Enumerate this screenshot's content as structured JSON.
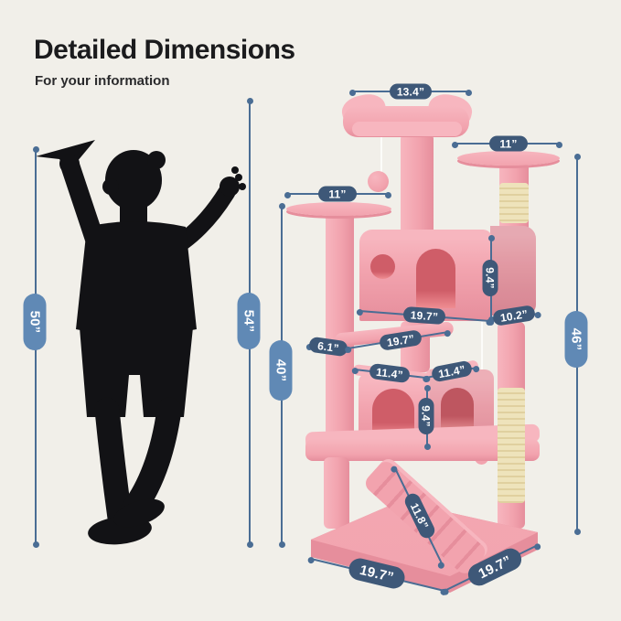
{
  "header": {
    "title": "Detailed Dimensions",
    "subtitle": "For your information"
  },
  "figure": {
    "person": "boy-throwing-paper-airplane-silhouette",
    "product": "pink-cat-tree-tower"
  },
  "colors": {
    "background": "#f1efe9",
    "dimension_line": "#4a6d94",
    "label_pill_dark": "#3e5878",
    "label_pill_light": "#6089b5",
    "tree_pink": "#f2a3ae",
    "sisal": "#eee3bb",
    "silhouette": "#121215"
  },
  "dims": [
    {
      "id": "person-height",
      "label": "50”"
    },
    {
      "id": "total-height",
      "label": "54”"
    },
    {
      "id": "left-platform-height",
      "label": "40”"
    },
    {
      "id": "right-column-height",
      "label": "46”"
    },
    {
      "id": "top-perch-width",
      "label": "13.4”"
    },
    {
      "id": "right-platform-width",
      "label": "11”"
    },
    {
      "id": "left-platform-width",
      "label": "11”"
    },
    {
      "id": "upper-condo-height",
      "label": "9.4”"
    },
    {
      "id": "upper-condo-depth",
      "label": "10.2”"
    },
    {
      "id": "upper-condo-width",
      "label": "19.7”"
    },
    {
      "id": "shelf-depth",
      "label": "6.1”"
    },
    {
      "id": "mid-shelf-width",
      "label": "19.7”"
    },
    {
      "id": "lower-condo-edge-left",
      "label": "11.4”"
    },
    {
      "id": "lower-condo-edge-right",
      "label": "11.4”"
    },
    {
      "id": "lower-condo-height",
      "label": "9.4”"
    },
    {
      "id": "ramp-length",
      "label": "11.8”"
    },
    {
      "id": "base-width",
      "label": "19.7”"
    },
    {
      "id": "base-depth",
      "label": "19.7”"
    }
  ]
}
